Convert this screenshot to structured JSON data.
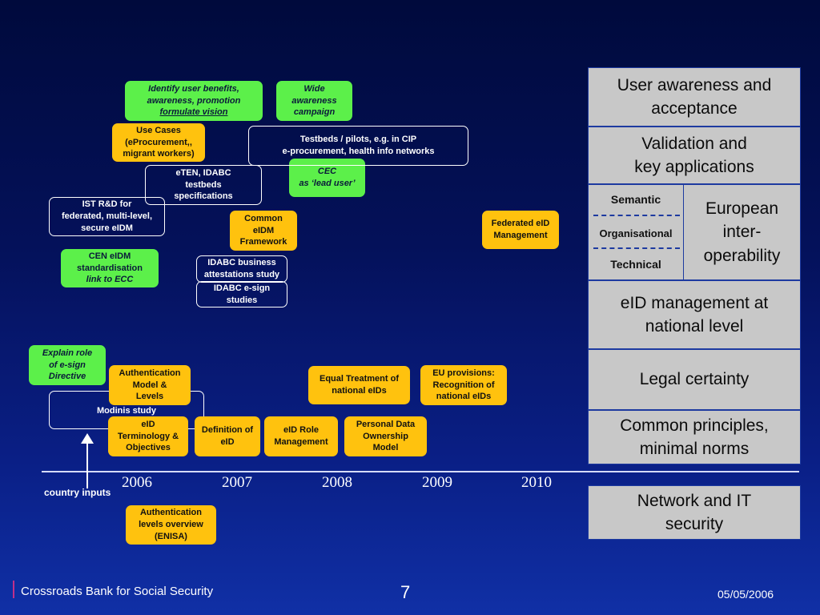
{
  "boxes": {
    "identify": {
      "l1": "Identify user benefits,",
      "l2": "awareness, promotion",
      "l3": "formulate vision"
    },
    "wide": {
      "l1": "Wide",
      "l2": "awareness",
      "l3": "campaign"
    },
    "usecases": {
      "l1": "Use Cases",
      "l2": "(eProcurement,,",
      "l3": "migrant workers)"
    },
    "testbeds": {
      "l1": "Testbeds / pilots, e.g. in CIP",
      "l2": "e-procurement, health info networks"
    },
    "eten": {
      "l1": "eTEN, IDABC",
      "l2": "testbeds",
      "l3": "specifications"
    },
    "cec": {
      "l1": "CEC",
      "l2": "as ‘lead user’"
    },
    "ist": {
      "l1": "IST R&D for",
      "l2": "federated, multi-level,",
      "l3": "secure eIDM"
    },
    "common": {
      "l1": "Common",
      "l2": "eIDM",
      "l3": "Framework"
    },
    "federated": {
      "l1": "Federated eID",
      "l2": "Management"
    },
    "cen": {
      "l1": "CEN eIDM",
      "l2": "standardisation",
      "l3": "link to ECC"
    },
    "idabc_business": {
      "l1": "IDABC business",
      "l2": "attestations study"
    },
    "idabc_esign": {
      "l1": "IDABC e-sign",
      "l2": "studies"
    },
    "explain": {
      "l1": "Explain role",
      "l2": "of e-sign",
      "l3": "Directive"
    },
    "authmodel": {
      "l1": "Authentication",
      "l2": "Model &",
      "l3": "Levels"
    },
    "equal": {
      "l1": "Equal Treatment of",
      "l2": "national eIDs"
    },
    "euprov": {
      "l1": "EU provisions:",
      "l2": "Recognition of",
      "l3": "national eIDs"
    },
    "modinis": {
      "label": "Modinis study"
    },
    "terminology": {
      "l1": "eID",
      "l2": "Terminology &",
      "l3": "Objectives"
    },
    "definition": {
      "l1": "Definition of",
      "l2": "eID"
    },
    "role": {
      "l1": "eID Role",
      "l2": "Management"
    },
    "personal": {
      "l1": "Personal Data",
      "l2": "Ownership",
      "l3": "Model"
    },
    "authlevels": {
      "l1": "Authentication",
      "l2": "levels overview",
      "l3": "(ENISA)"
    }
  },
  "country_inputs": "country inputs",
  "timeline_years": [
    "2006",
    "2007",
    "2008",
    "2009",
    "2010"
  ],
  "pillars": {
    "user_awareness": {
      "l1": "User awareness and",
      "l2": "acceptance"
    },
    "validation": {
      "l1": "Validation and",
      "l2": "key applications"
    },
    "semantic": "Semantic",
    "organisational": "Organisational",
    "technical": "Technical",
    "european": {
      "l1": "European",
      "l2": "inter-",
      "l3": "operability"
    },
    "eid_mgmt": {
      "l1": "eID management at",
      "l2": "national level"
    },
    "legal": "Legal certainty",
    "common_principles": {
      "l1": "Common principles,",
      "l2": "minimal norms"
    },
    "network": {
      "l1": "Network and IT",
      "l2": "security"
    }
  },
  "footer": {
    "org": "Crossroads Bank for Social Security",
    "page": "7",
    "date": "05/05/2006"
  },
  "colors": {
    "green": "#5cf04a",
    "yellow": "#ffc20e",
    "gray": "#c8c8c8",
    "border_blue": "#1d3aa0"
  }
}
